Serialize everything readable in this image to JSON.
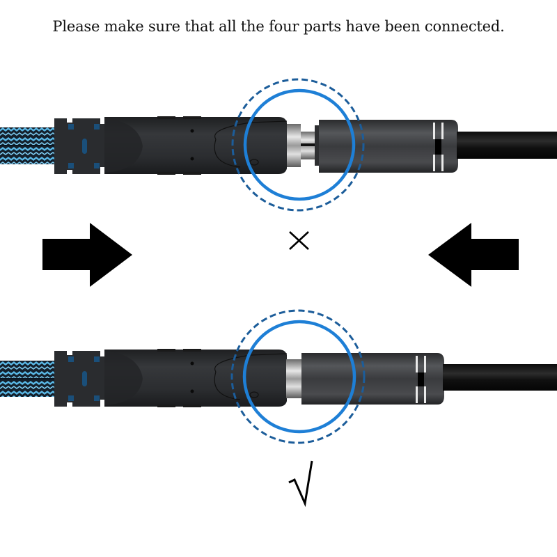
{
  "caption": "Please make sure that all the four parts have been connected.",
  "colors": {
    "background": "#ffffff",
    "braid_light": "#5ab8e6",
    "braid_dark": "#14202c",
    "plug_body": "#2b2d30",
    "female_body": "#3a3b3e",
    "cable": "#141414",
    "metal": "#c8c8c8",
    "circle_solid": "#1e7fd6",
    "circle_dashed": "#1c5d9a",
    "arrow": "#000000"
  },
  "rows": [
    {
      "id": "incorrect",
      "description": "Plug not fully inserted — gap visible",
      "status": "incorrect",
      "mark_icon": "cross-icon",
      "mark_glyph": "×"
    },
    {
      "id": "correct",
      "description": "Plug fully inserted",
      "status": "correct",
      "mark_icon": "checkmark-icon",
      "mark_glyph": "√"
    }
  ],
  "arrows": [
    {
      "direction": "right",
      "icon": "arrow-right-icon"
    },
    {
      "direction": "left",
      "icon": "arrow-left-icon"
    }
  ]
}
